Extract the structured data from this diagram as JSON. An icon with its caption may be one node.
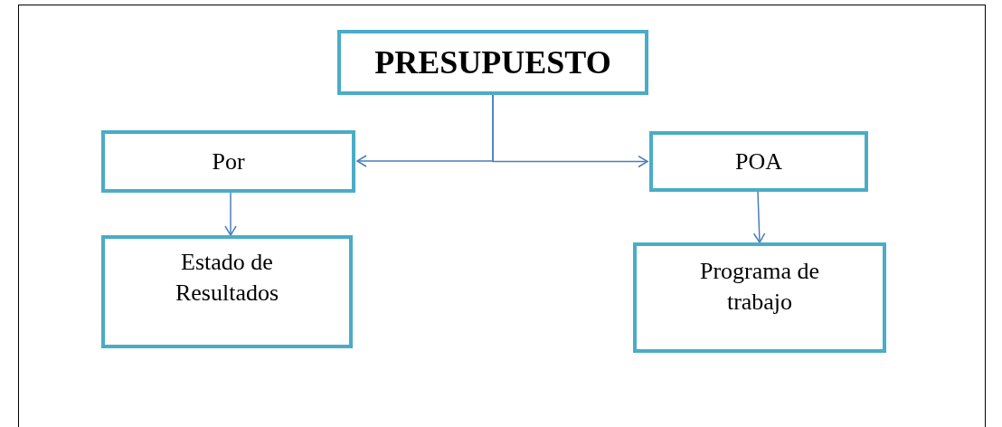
{
  "diagram": {
    "nodes": [
      {
        "text": [
          "PRESUPUESTO"
        ]
      },
      {
        "text": [
          "Por"
        ]
      },
      {
        "text": [
          "POA"
        ]
      },
      {
        "text": [
          "Estado de Resultados"
        ]
      },
      {
        "text": [
          "Programa de trabajo"
        ]
      }
    ],
    "edges": [
      {
        "from": 0,
        "to": 1,
        "arrow": "to"
      },
      {
        "from": 0,
        "to": 2,
        "arrow": "to"
      },
      {
        "from": 1,
        "to": 3,
        "arrow": "to"
      },
      {
        "from": 2,
        "to": 4,
        "arrow": "to"
      }
    ]
  }
}
